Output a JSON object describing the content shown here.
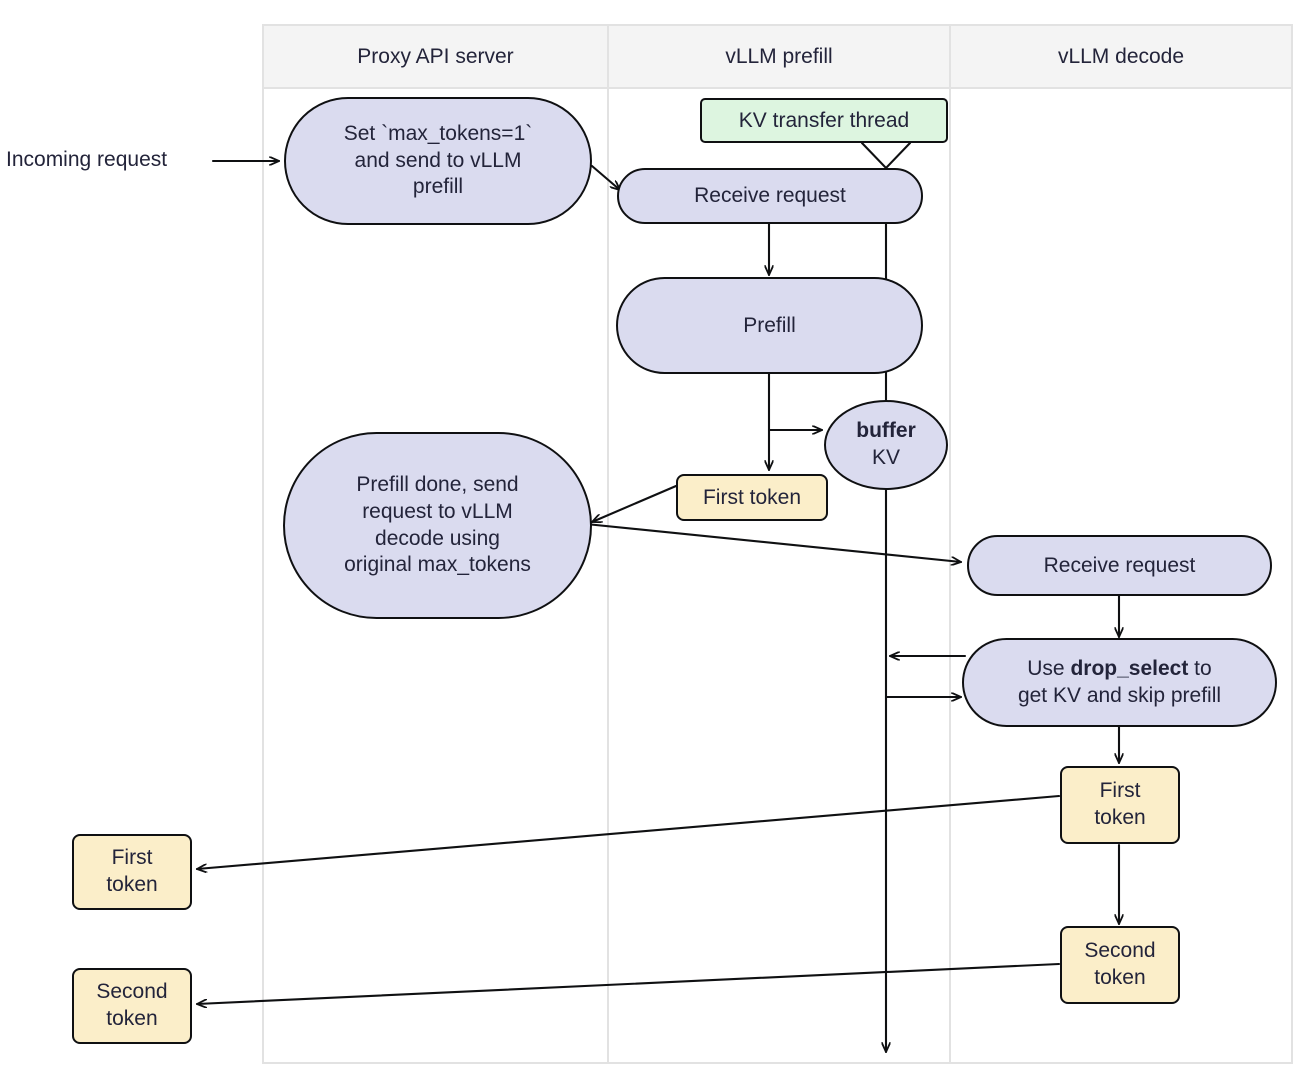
{
  "diagram": {
    "title": "vLLM disaggregated prefill / decode flow",
    "colors": {
      "process_fill": "#dadbef",
      "token_fill": "#fbeec9",
      "note_fill": "#ddf5e0",
      "lane_header_fill": "#f4f4f4",
      "stroke": "#0f1012",
      "text": "#23243a",
      "lane_divider": "#e2e2e2"
    },
    "lanes": [
      {
        "id": "proxy",
        "label": "Proxy API server"
      },
      {
        "id": "prefill",
        "label": "vLLM prefill"
      },
      {
        "id": "decode",
        "label": "vLLM decode"
      }
    ],
    "external_labels": [
      {
        "id": "incoming-request",
        "text": "Incoming request"
      }
    ],
    "nodes": [
      {
        "id": "set-max-tokens",
        "lane": "proxy",
        "shape": "stadium",
        "lines": [
          "Set `max_tokens=1`",
          "and send to vLLM",
          "prefill"
        ]
      },
      {
        "id": "prefill-done",
        "lane": "proxy",
        "shape": "stadium",
        "lines": [
          "Prefill done, send",
          "request to vLLM",
          "decode using",
          "original max_tokens"
        ]
      },
      {
        "id": "proxy-first-token",
        "lane": "proxy-out",
        "shape": "rect",
        "lines": [
          "First",
          "token"
        ]
      },
      {
        "id": "proxy-second-token",
        "lane": "proxy-out",
        "shape": "rect",
        "lines": [
          "Second",
          "token"
        ]
      },
      {
        "id": "kv-transfer-thread",
        "lane": "prefill",
        "shape": "note",
        "lines": [
          "KV transfer thread"
        ]
      },
      {
        "id": "prefill-receive-request",
        "lane": "prefill",
        "shape": "stadium",
        "lines": [
          "Receive request"
        ]
      },
      {
        "id": "prefill-step",
        "lane": "prefill",
        "shape": "stadium",
        "lines": [
          "Prefill"
        ]
      },
      {
        "id": "buffer-kv",
        "lane": "prefill",
        "shape": "ellipse",
        "lines": [
          "buffer",
          "KV"
        ],
        "bold_lines": [
          0
        ]
      },
      {
        "id": "prefill-first-token",
        "lane": "prefill",
        "shape": "rect",
        "lines": [
          "First token"
        ]
      },
      {
        "id": "decode-receive-request",
        "lane": "decode",
        "shape": "stadium",
        "lines": [
          "Receive request"
        ]
      },
      {
        "id": "drop-select",
        "lane": "decode",
        "shape": "stadium",
        "lines": [
          "Use drop_select to",
          "get KV and skip prefill"
        ],
        "bold_fragment": "drop_select"
      },
      {
        "id": "decode-first-token",
        "lane": "decode",
        "shape": "rect",
        "lines": [
          "First",
          "token"
        ]
      },
      {
        "id": "decode-second-token",
        "lane": "decode",
        "shape": "rect",
        "lines": [
          "Second",
          "token"
        ]
      }
    ],
    "edges": [
      {
        "from": "incoming-request",
        "to": "set-max-tokens"
      },
      {
        "from": "set-max-tokens",
        "to": "prefill-receive-request"
      },
      {
        "from": "kv-transfer-thread",
        "to": "kv-lifeline"
      },
      {
        "from": "prefill-receive-request",
        "to": "prefill-step"
      },
      {
        "from": "prefill-step",
        "to": "prefill-first-token"
      },
      {
        "from": "prefill-step",
        "to": "buffer-kv"
      },
      {
        "from": "prefill-first-token",
        "to": "prefill-done"
      },
      {
        "from": "prefill-done",
        "to": "decode-receive-request"
      },
      {
        "from": "decode-receive-request",
        "to": "drop-select"
      },
      {
        "from": "drop-select",
        "to": "kv-lifeline"
      },
      {
        "from": "kv-lifeline",
        "to": "drop-select"
      },
      {
        "from": "drop-select",
        "to": "decode-first-token"
      },
      {
        "from": "decode-first-token",
        "to": "decode-second-token"
      },
      {
        "from": "decode-first-token",
        "to": "proxy-first-token"
      },
      {
        "from": "decode-second-token",
        "to": "proxy-second-token"
      }
    ]
  },
  "text": {
    "incoming_request": "Incoming request",
    "lane_proxy": "Proxy API server",
    "lane_prefill": "vLLM prefill",
    "lane_decode": "vLLM decode",
    "set_l1": "Set `max_tokens=1`",
    "set_l2": "and send to vLLM",
    "set_l3": "prefill",
    "done_l1": "Prefill done, send",
    "done_l2": "request to vLLM",
    "done_l3": "decode using",
    "done_l4": "original max_tokens",
    "kv_thread": "KV transfer thread",
    "receive_request_prefill": "Receive request",
    "prefill": "Prefill",
    "buffer": "buffer",
    "kv": "KV",
    "prefill_first_token": "First token",
    "receive_request_decode": "Receive request",
    "drop_l1_a": "Use ",
    "drop_l1_b": "drop_select",
    "drop_l1_c": " to",
    "drop_l2": "get KV and skip prefill",
    "first": "First",
    "second": "Second",
    "token": "token"
  }
}
